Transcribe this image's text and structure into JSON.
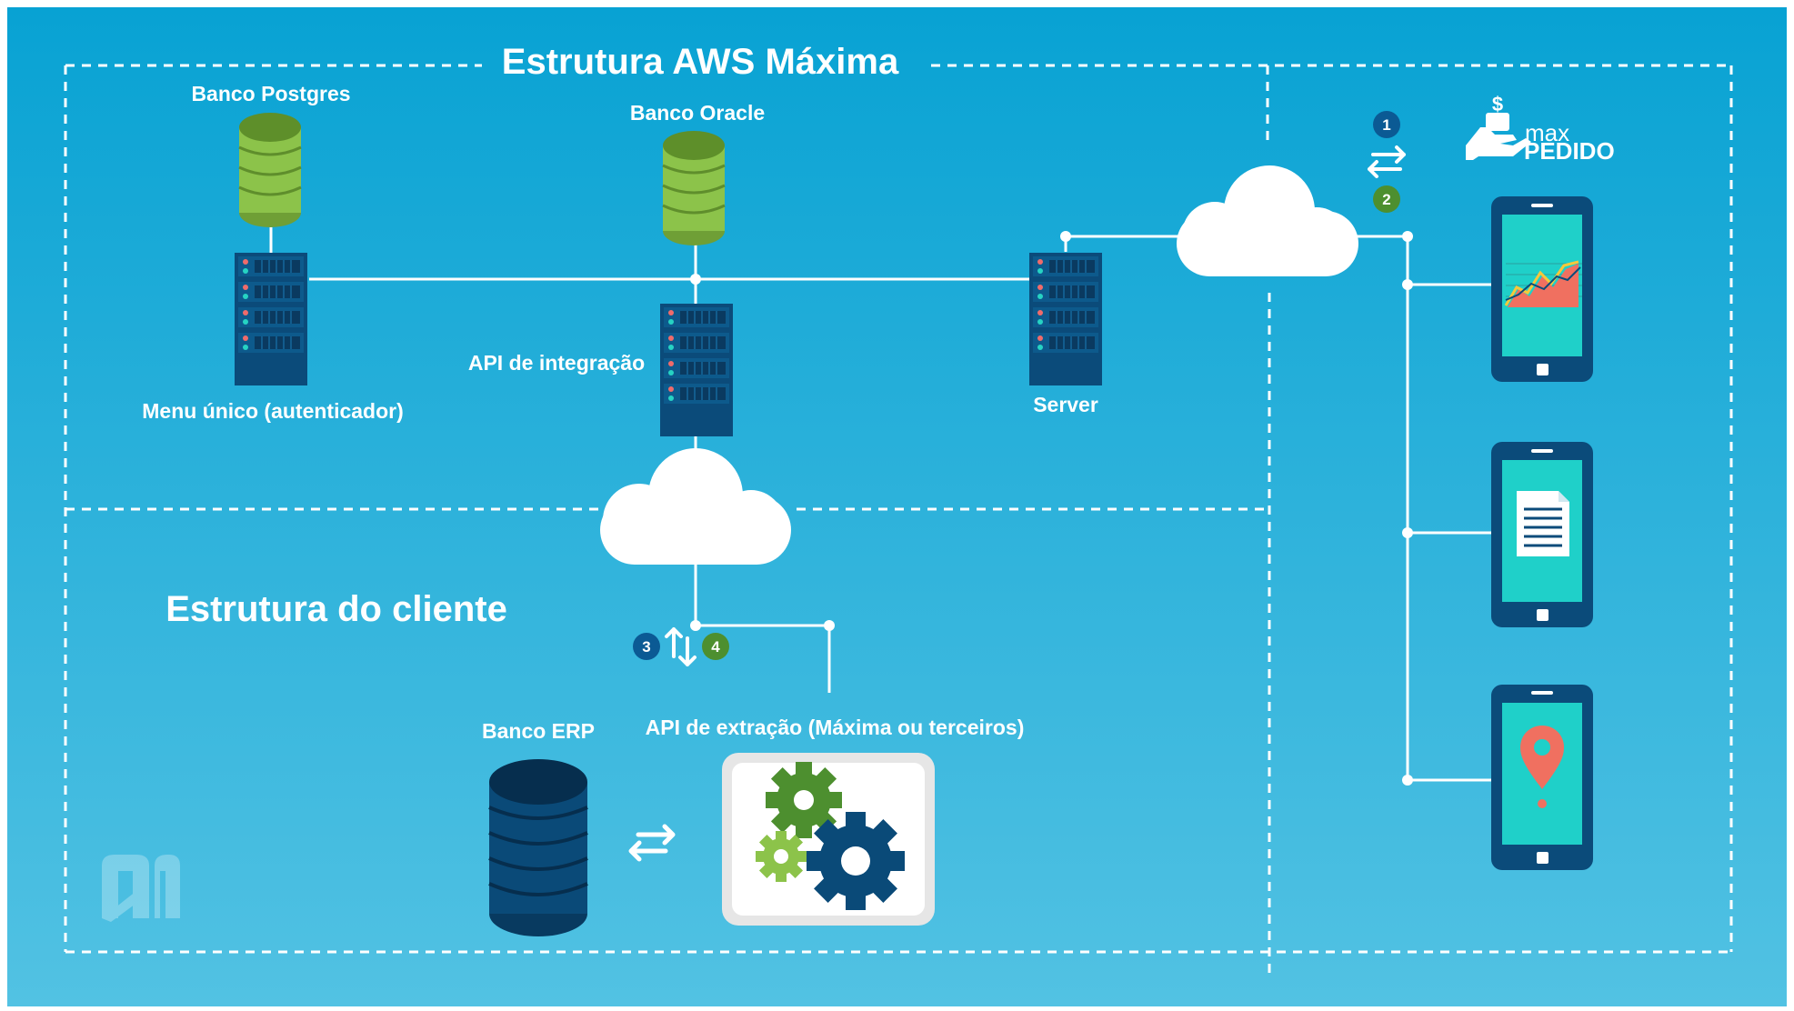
{
  "title": "Estrutura AWS Máxima",
  "client_title": "Estrutura do cliente",
  "labels": {
    "banco_postgres": "Banco Postgres",
    "banco_oracle": "Banco Oracle",
    "api_integracao": "API de integração",
    "menu_unico": "Menu único (autenticador)",
    "server": "Server",
    "banco_erp": "Banco ERP",
    "api_extracao": "API de extração (Máxima ou terceiros)"
  },
  "badges": {
    "b1": "1",
    "b2": "2",
    "b3": "3",
    "b4": "4"
  },
  "brand": {
    "line1": "max",
    "line2": "PEDIDO"
  },
  "colors": {
    "bg_top": "#0aa3d2",
    "bg_bottom": "#4fc0e2",
    "db_green": "#8cc34a",
    "db_navy": "#0a4a78",
    "server_navy": "#0b4b7a",
    "phone_screen": "#1fd0c9",
    "badge_blue": "#0b5a94",
    "badge_green": "#4d8f2f"
  }
}
